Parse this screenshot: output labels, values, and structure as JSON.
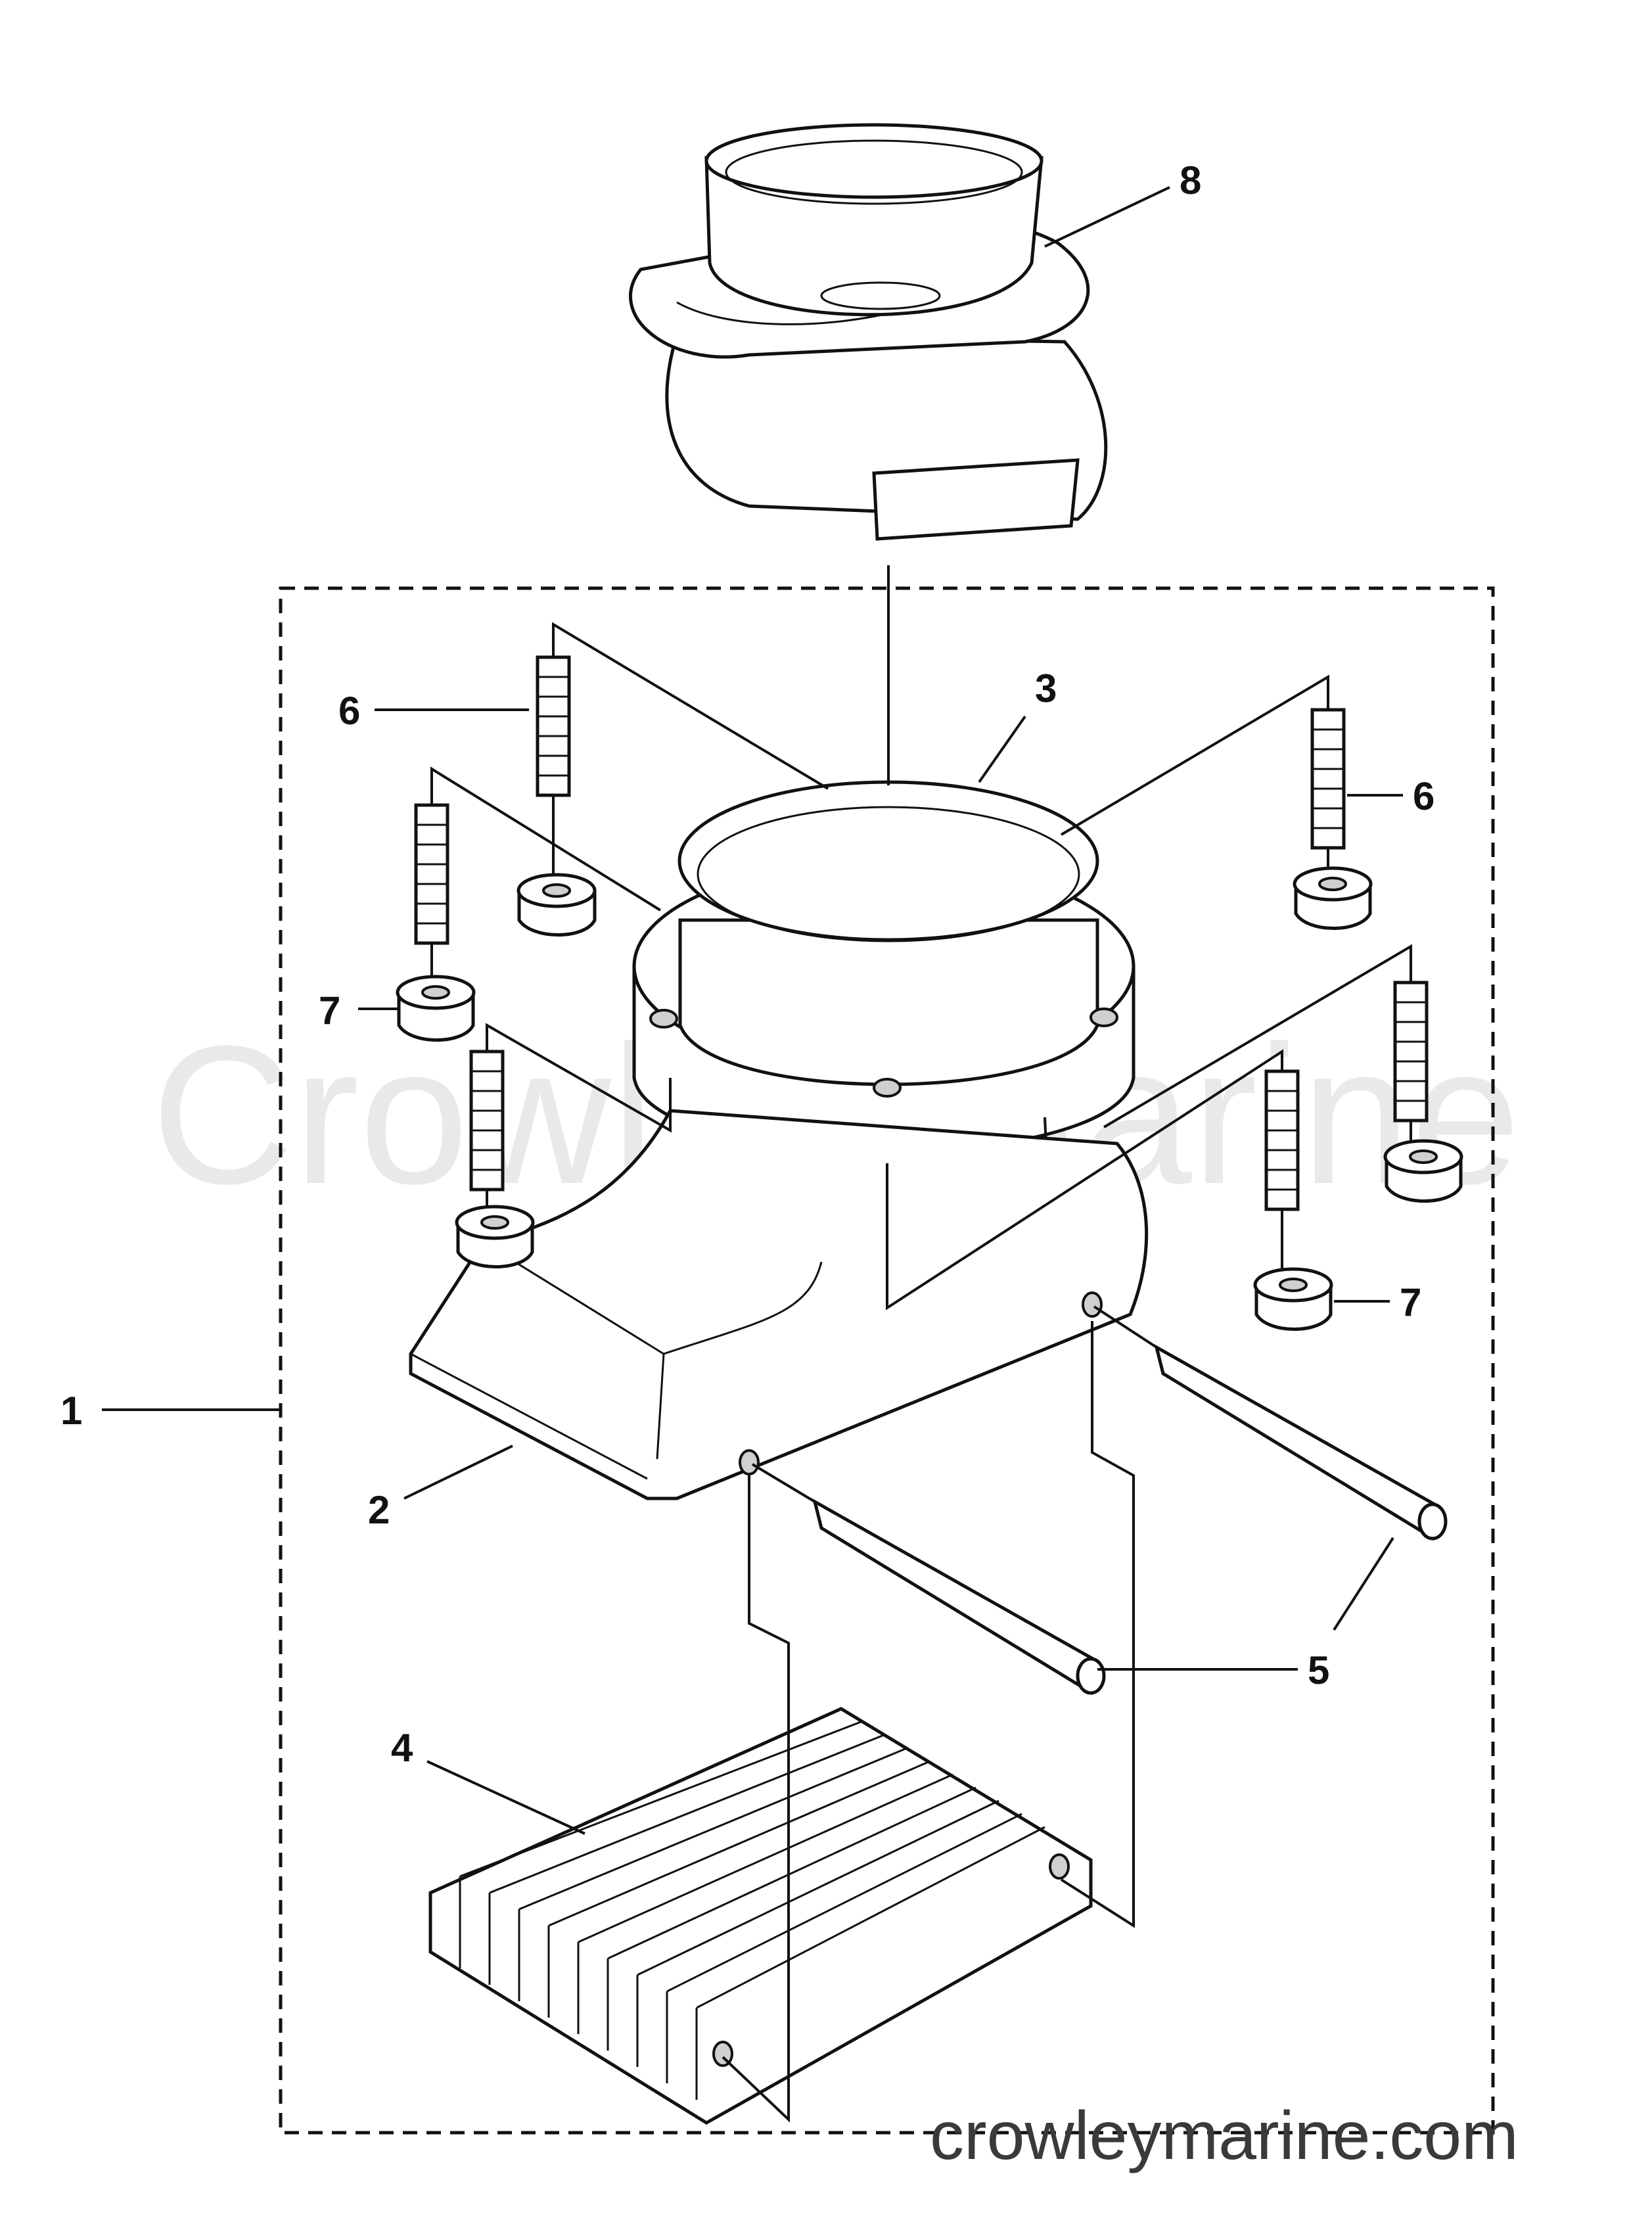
{
  "diagram": {
    "callouts": [
      {
        "id": "1",
        "label": "1"
      },
      {
        "id": "2",
        "label": "2"
      },
      {
        "id": "3",
        "label": "3"
      },
      {
        "id": "4",
        "label": "4"
      },
      {
        "id": "5",
        "label": "5"
      },
      {
        "id": "6a",
        "label": "6"
      },
      {
        "id": "6b",
        "label": "6"
      },
      {
        "id": "7a",
        "label": "7"
      },
      {
        "id": "7b",
        "label": "7"
      },
      {
        "id": "8",
        "label": "8"
      }
    ]
  },
  "watermark": {
    "center_text": "Crowley Marine",
    "site_text": "crowleymarine.com"
  },
  "colors": {
    "line": "#111111",
    "watermark": "#e9e9e9"
  }
}
